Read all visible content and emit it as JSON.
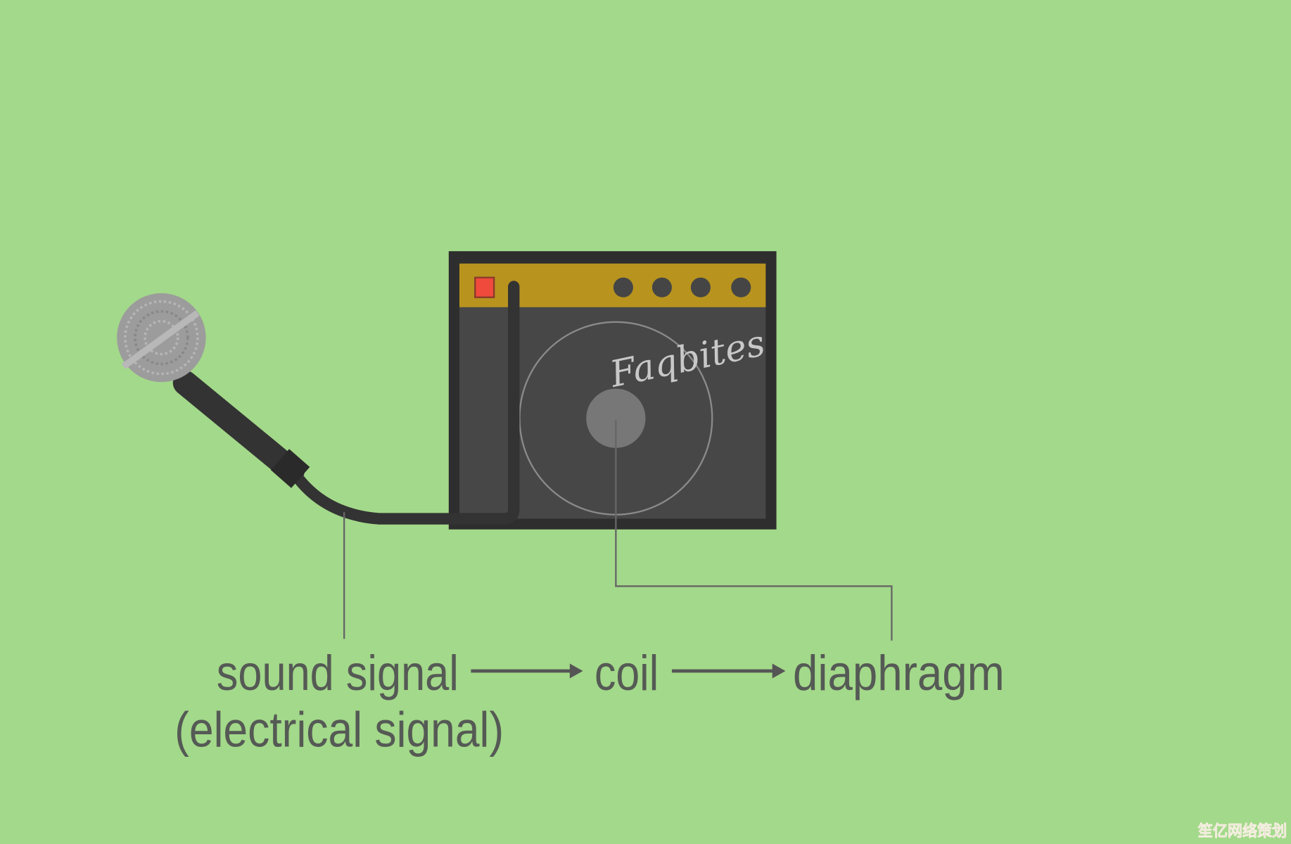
{
  "diagram": {
    "labels": {
      "sound_signal": "sound signal",
      "electrical_signal": "(electrical signal)",
      "coil": "coil",
      "diaphragm": "diaphragm"
    },
    "amp_brand_watermark": "Faqbites",
    "corner_watermark": "笙亿网络策划",
    "colors": {
      "background": "#a3d98a",
      "amp_body": "#474747",
      "amp_frame": "#2e2e2e",
      "control_panel": "#b8941f",
      "power_light": "#f04a3c",
      "text": "#555a55"
    }
  }
}
